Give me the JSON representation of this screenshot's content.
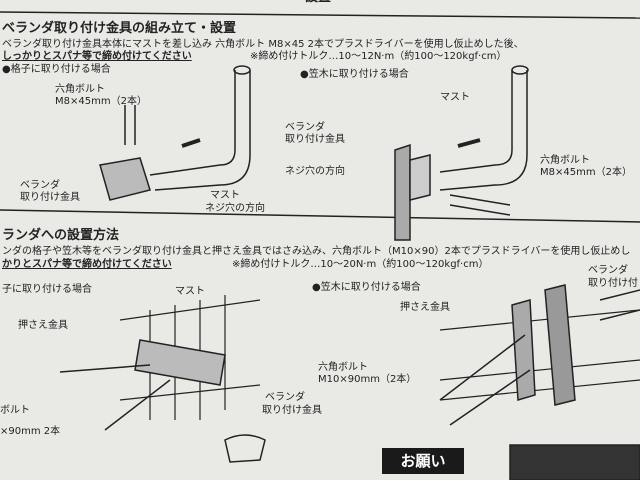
{
  "top_header_fragment": "設置",
  "section1": {
    "title": "ベランダ取り付け金具の組み立て・設置",
    "line1": "ベランダ取り付け金具本体にマストを差し込み 六角ボルト M8×45 2本でプラスドライバーを使用し仮止めした後、",
    "line2": "しっかりとスパナ等で締め付けてください",
    "torque": "※締め付けトルク…10～12N·m（約100～120kgf·cm）",
    "case_left": "●格子に取り付ける場合",
    "case_right": "●笠木に取り付ける場合",
    "labels": {
      "bolt_left_1": "六角ボルト",
      "bolt_left_2": "M8×45mm（2本）",
      "bracket_left_1": "ベランダ",
      "bracket_left_2": "取り付け金具",
      "mast_left": "マスト",
      "screw_dir_left": "ネジ穴の方向",
      "bracket_right_1": "ベランダ",
      "bracket_right_2": "取り付け金具",
      "screw_dir_right": "ネジ穴の方向",
      "mast_right": "マスト",
      "bolt_right_1": "六角ボルト",
      "bolt_right_2": "M8×45mm（2本）"
    }
  },
  "section2": {
    "title": "ランダへの設置方法",
    "line1": "ンダの格子や笠木等をベランダ取り付け金具と押さえ金具ではさみ込み、六角ボルト（M10×90）2本でプラスドライバーを使用し仮止めし",
    "line2": "かりとスパナ等で締め付けてください",
    "torque": "※締め付けトルク…10～20N·m（約100～120kgf·cm）",
    "case_left": "子に取り付ける場合",
    "case_right": "●笠木に取り付ける場合",
    "labels": {
      "clamp_left": "押さえ金具",
      "mast_left": "マスト",
      "bolt_left_1": "ボルト",
      "bolt_left_2": "×90mm 2本",
      "bracket_left_1": "ベランダ",
      "bracket_left_2": "取り付け金具",
      "clamp_right": "押さえ金具",
      "bolt_right_1": "六角ボルト",
      "bolt_right_2": "M10×90mm（2本）",
      "bracket_right_1": "ベランダ",
      "bracket_right_2": "取り付け付"
    }
  },
  "notice": "お願い"
}
